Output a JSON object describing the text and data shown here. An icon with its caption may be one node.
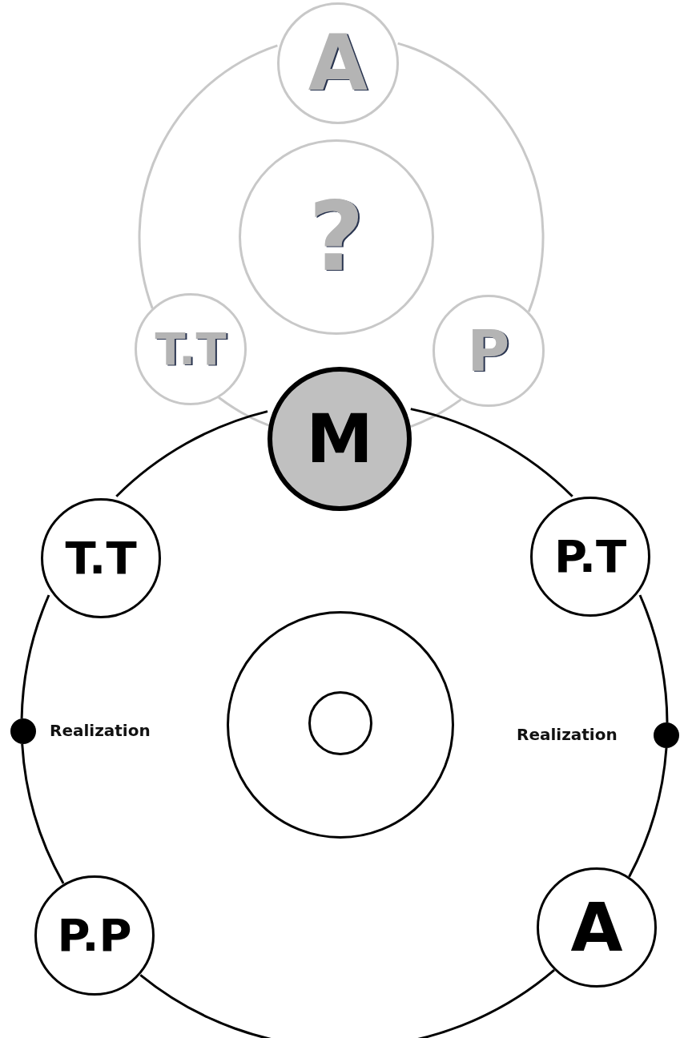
{
  "diagram": {
    "nodes": [
      {
        "text": [
          "A"
        ]
      },
      {
        "text": [
          "?"
        ]
      },
      {
        "text": [
          "T.T"
        ]
      },
      {
        "text": [
          "P"
        ]
      },
      {
        "text": [
          "M"
        ]
      },
      {
        "text": [
          "T.T"
        ]
      },
      {
        "text": [
          "P.T"
        ]
      },
      {
        "text": [],
        "shape": "circle",
        "beside": [
          "Realization"
        ]
      },
      {
        "text": [],
        "shape": "circle",
        "beside": [
          "Realization"
        ]
      },
      {
        "text": [],
        "shape": "circle"
      },
      {
        "text": [],
        "shape": "circle",
        "in": 9
      },
      {
        "text": [
          "P.P"
        ]
      },
      {
        "text": [
          "A"
        ]
      }
    ],
    "edges": [
      {
        "from": 0,
        "to": 3,
        "arrow": "none",
        "color": "#c8c8c8"
      },
      {
        "from": 3,
        "to": 4,
        "arrow": "none",
        "color": "#c8c8c8"
      },
      {
        "from": 4,
        "to": 2,
        "arrow": "none",
        "color": "#c8c8c8"
      },
      {
        "from": 2,
        "to": 0,
        "arrow": "none",
        "color": "#c8c8c8"
      },
      {
        "from": 4,
        "to": 6,
        "arrow": "none"
      },
      {
        "from": 6,
        "to": 8,
        "arrow": "none"
      },
      {
        "from": 8,
        "to": 12,
        "arrow": "none"
      },
      {
        "from": 12,
        "to": 11,
        "arrow": "none"
      },
      {
        "from": 11,
        "to": 7,
        "arrow": "none"
      },
      {
        "from": 7,
        "to": 5,
        "arrow": "none"
      },
      {
        "from": 5,
        "to": 4,
        "arrow": "none"
      }
    ]
  }
}
